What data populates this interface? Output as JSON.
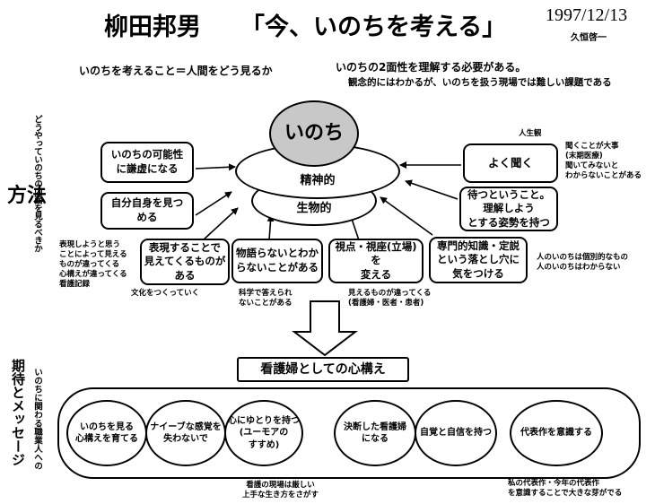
{
  "header": {
    "author": "柳田邦男",
    "title": "「今、いのちを考える」",
    "date": "1997/12/13",
    "reporter": "久恒啓一"
  },
  "intro": {
    "left": "いのちを考えること＝人間をどう見るか",
    "right_line1": "いのちの2面性を理解する必要がある。",
    "right_line2": "観念的にはわかるが、いのちを扱う現場では難しい課題である"
  },
  "left_labels": {
    "method_side": "どうやっていのちの内面を見るべきか",
    "method": "方法",
    "expect_side": "いのちに関わる職業人への",
    "expect": "期待とメッセージ"
  },
  "center": {
    "inochi": "いのち",
    "seishin": "精神的",
    "seibutsu": "生物的"
  },
  "method_boxes": {
    "kanousei": "いのちの可能性\nに謙虚になる",
    "jibun": "自分自身を見つ\nめる",
    "hyogen": "表現することで\n見えてくるものが\nある",
    "monogatari": "物語らないとわか\nらないことがある",
    "shiten": "視点・視座(立場)を\n変える",
    "senmon": "専門的知識・定説\nという落とし穴に\n気をつける",
    "matsu": "待つということ。\n理解しよう\nとする姿勢を持つ",
    "kiku": "よく聞く"
  },
  "notes": {
    "jinseikan": "人生観",
    "kiku_note": "聞くことが大事\n(末期医療)\n聞いてみないと\nわからないことがある",
    "hyogen_note": "表現しようと思う\nことによって見える\nものが違ってくる\n心構えが違ってくる\n看護記録",
    "bunka": "文化をつくっていく",
    "kagaku": "科学で答えられ\nないことがある",
    "mieru": "見えるものが違ってくる\n(看護婦・医者・患者)",
    "kobetsu": "人のいのちは個別的なもの\n人のいのちはわからない"
  },
  "kokorogamae": "看護婦としての心構え",
  "expect_items": {
    "e1": "いのちを見る\n心構えを育てる",
    "e2": "ナイーブな感覚を\n失わないで",
    "e3": "心にゆとりを持つ\n(ユーモアの\nすすめ)",
    "e4": "決断した看護婦\nになる",
    "e5": "自覚と自信を持つ",
    "e6": "代表作を意識する"
  },
  "bottom_notes": {
    "genba": "看護の現場は厳しい\n上手な生き方をさがす",
    "daihyo": "私の代表作・今年の代表作\nを意識することで大きな芽がでる"
  }
}
